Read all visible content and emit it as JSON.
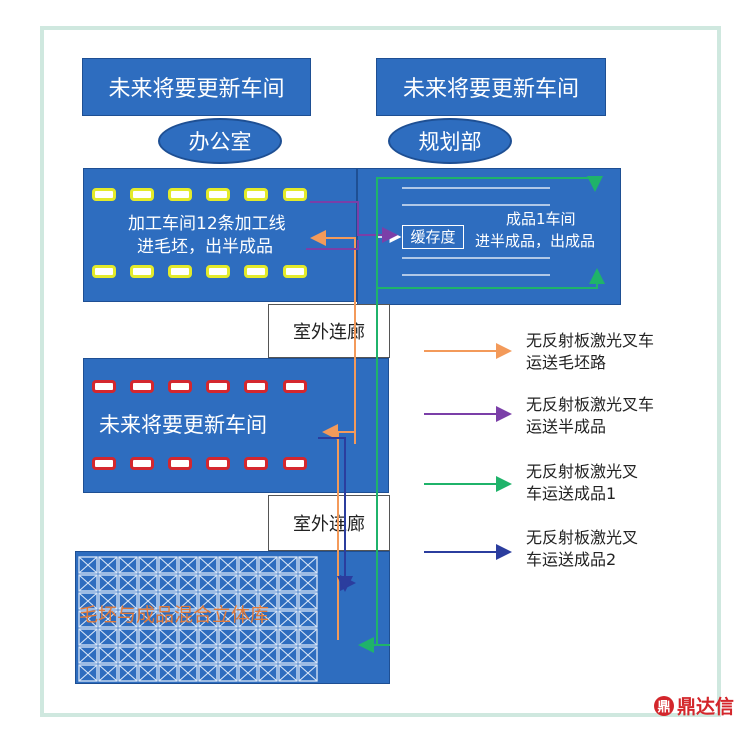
{
  "top": {
    "left_workshop": "未来将要更新车间",
    "right_workshop": "未来将要更新车间",
    "office": "办公室",
    "planning": "规划部"
  },
  "machining": {
    "line1": "加工车间12条加工线",
    "line2": "进毛坯，出半成品"
  },
  "finished": {
    "buffer": "缓存度",
    "line1": "成品1车间",
    "line2": "进半成品，出成品"
  },
  "corridor1": "室外连廊",
  "corridor2": "室外连廊",
  "middle_workshop": "未来将要更新车间",
  "warehouse": "毛坯与成品混合立体库",
  "legend": [
    {
      "color": "#f39a5a",
      "line1": "无反射板激光叉车",
      "line2": "运送毛坯路"
    },
    {
      "color": "#7b3fa8",
      "line1": "无反射板激光叉车",
      "line2": "运送半成品"
    },
    {
      "color": "#1fb36a",
      "line1": "无反射板激光叉",
      "line2": "车运送成品1"
    },
    {
      "color": "#2b3d9e",
      "line1": "无反射板激光叉",
      "line2": "车运送成品2"
    }
  ],
  "logo": {
    "icon": "鼎",
    "text": "鼎达信"
  },
  "colors": {
    "block": "#2e6dbf",
    "frame": "#cfe8df",
    "orange": "#f39a5a",
    "purple": "#7b3fa8",
    "green": "#1fb36a",
    "navy": "#2b3d9e"
  }
}
